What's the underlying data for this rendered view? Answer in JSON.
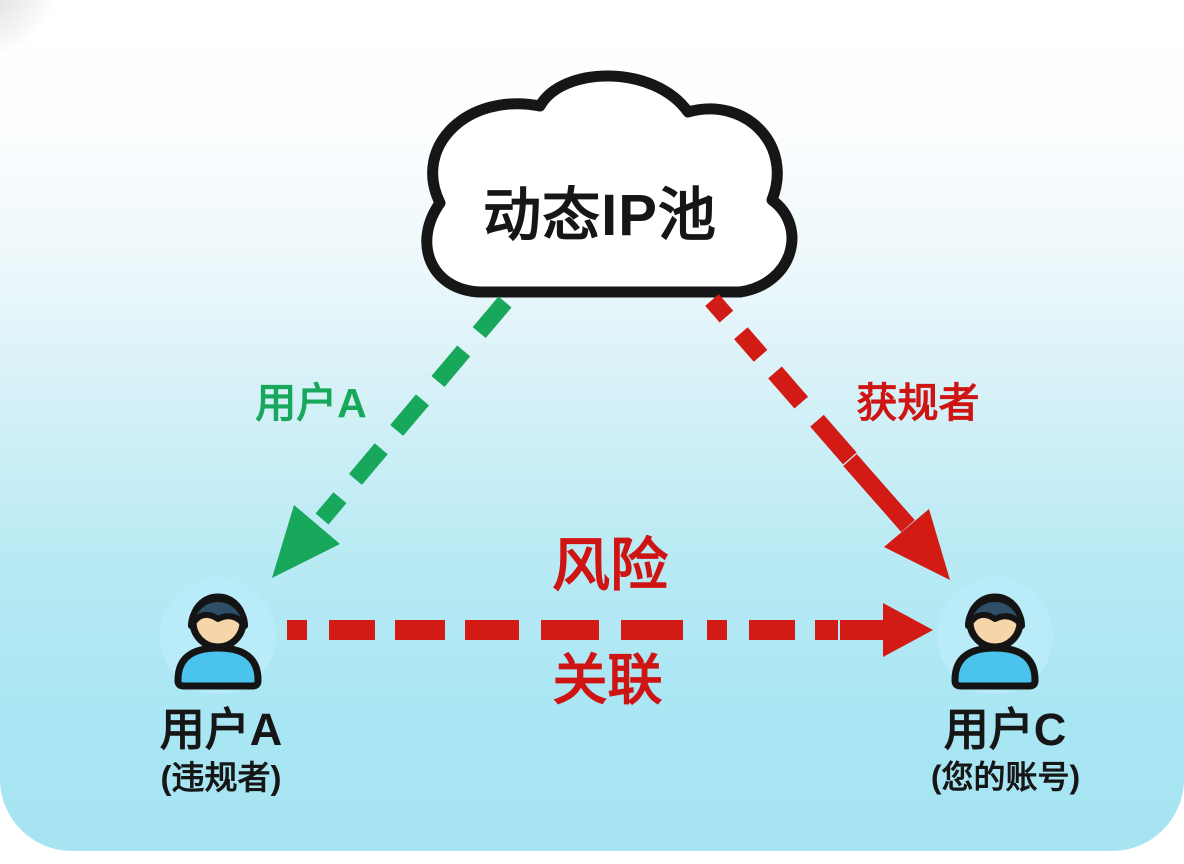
{
  "poster": {
    "cloud_label": "动态IP池",
    "green_edge_label": "用户A",
    "red_edge_label": "获规者",
    "risk_label": "风险",
    "link_label": "关联",
    "user_a": {
      "name": "用户A",
      "role": "(违规者)"
    },
    "user_c": {
      "name": "用户C",
      "role": "(您的账号)"
    },
    "colors": {
      "green": "#18a85b",
      "red": "#d31b15",
      "text": "#161616",
      "background_bottom": "#a6e4f2",
      "avatar_circle": "#b9ecf8",
      "avatar_shirt": "#4ac4ec",
      "avatar_hair": "#2f4f68",
      "avatar_skin": "#f6d5a9"
    }
  }
}
